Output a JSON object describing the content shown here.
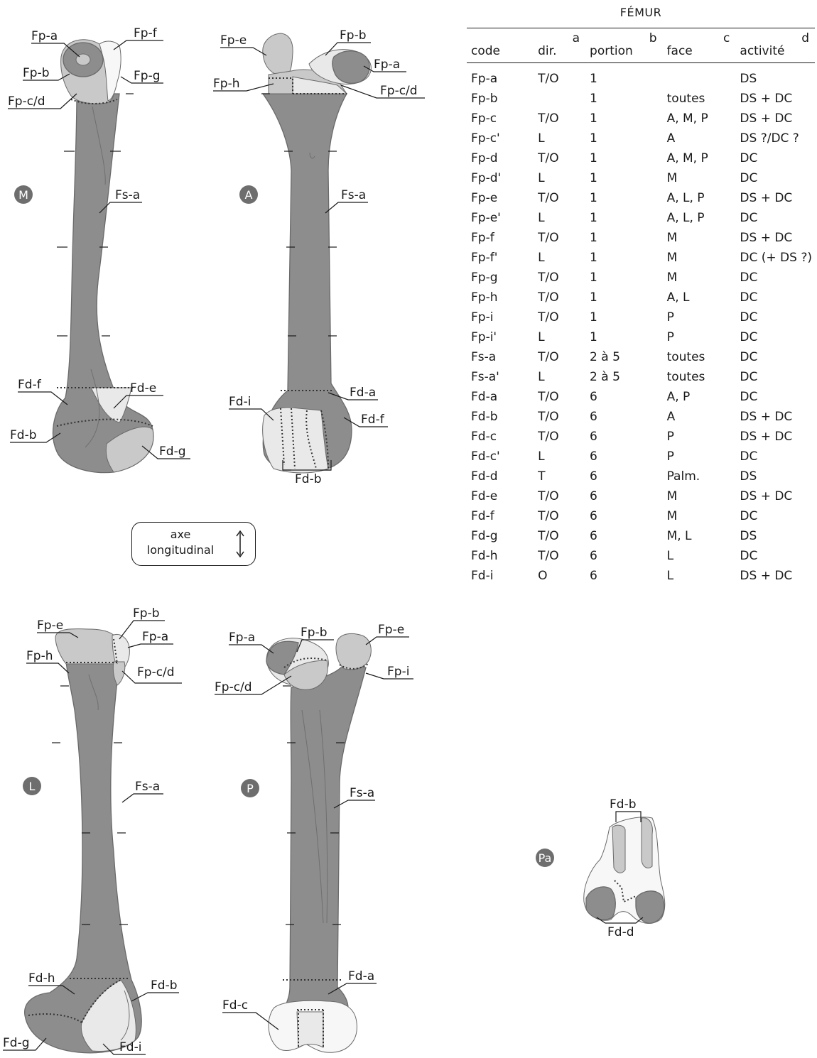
{
  "table": {
    "title": "FÉMUR",
    "headers": [
      {
        "label": "code",
        "sup": ""
      },
      {
        "label": "dir.",
        "sup": "a"
      },
      {
        "label": "portion",
        "sup": "b"
      },
      {
        "label": "face",
        "sup": "c"
      },
      {
        "label": "activité",
        "sup": "d"
      }
    ],
    "rows": [
      [
        "Fp-a",
        "T/O",
        "1",
        "",
        "DS"
      ],
      [
        "Fp-b",
        "",
        "1",
        "toutes",
        "DS + DC"
      ],
      [
        "Fp-c",
        "T/O",
        "1",
        "A, M, P",
        "DS + DC"
      ],
      [
        "Fp-c'",
        "L",
        "1",
        "A",
        "DS ?/DC ?"
      ],
      [
        "Fp-d",
        "T/O",
        "1",
        "A, M, P",
        "DC"
      ],
      [
        "Fp-d'",
        "L",
        "1",
        "M",
        "DC"
      ],
      [
        "Fp-e",
        "T/O",
        "1",
        "A, L, P",
        "DS + DC"
      ],
      [
        "Fp-e'",
        "L",
        "1",
        "A, L, P",
        "DC"
      ],
      [
        "Fp-f",
        "T/O",
        "1",
        "M",
        "DS + DC"
      ],
      [
        "Fp-f'",
        "L",
        "1",
        "M",
        "DC (+ DS ?)"
      ],
      [
        "Fp-g",
        "T/O",
        "1",
        "M",
        "DC"
      ],
      [
        "Fp-h",
        "T/O",
        "1",
        "A, L",
        "DC"
      ],
      [
        "Fp-i",
        "T/O",
        "1",
        "P",
        "DC"
      ],
      [
        "Fp-i'",
        "L",
        "1",
        "P",
        "DC"
      ],
      [
        "Fs-a",
        "T/O",
        "2 à 5",
        "toutes",
        "DC"
      ],
      [
        "Fs-a'",
        "L",
        "2 à 5",
        "toutes",
        "DC"
      ],
      [
        "Fd-a",
        "T/O",
        "6",
        "A, P",
        "DC"
      ],
      [
        "Fd-b",
        "T/O",
        "6",
        "A",
        "DS + DC"
      ],
      [
        "Fd-c",
        "T/O",
        "6",
        "P",
        "DS + DC"
      ],
      [
        "Fd-c'",
        "L",
        "6",
        "P",
        "DC"
      ],
      [
        "Fd-d",
        "T",
        "6",
        "Palm.",
        "DS"
      ],
      [
        "Fd-e",
        "T/O",
        "6",
        "M",
        "DS + DC"
      ],
      [
        "Fd-f",
        "T/O",
        "6",
        "M",
        "DC"
      ],
      [
        "Fd-g",
        "T/O",
        "6",
        "M, L",
        "DS"
      ],
      [
        "Fd-h",
        "T/O",
        "6",
        "L",
        "DC"
      ],
      [
        "Fd-i",
        "O",
        "6",
        "L",
        "DS + DC"
      ]
    ]
  },
  "axis_legend": {
    "line1": "axe",
    "line2": "longitudinal"
  },
  "views": {
    "medial": {
      "badge": "M",
      "labels": [
        "Fp-a",
        "Fp-f",
        "Fp-b",
        "Fp-g",
        "Fp-c/d",
        "Fs-a",
        "Fd-f",
        "Fd-e",
        "Fd-b",
        "Fd-g"
      ]
    },
    "anterior": {
      "badge": "A",
      "labels": [
        "Fp-e",
        "Fp-b",
        "Fp-a",
        "Fp-h",
        "Fp-c/d",
        "Fs-a",
        "Fd-a",
        "Fd-i",
        "Fd-f",
        "Fd-b"
      ]
    },
    "lateral": {
      "badge": "L",
      "labels": [
        "Fp-e",
        "Fp-b",
        "Fp-a",
        "Fp-h",
        "Fp-c/d",
        "Fs-a",
        "Fd-h",
        "Fd-b",
        "Fd-g",
        "Fd-i"
      ]
    },
    "posterior": {
      "badge": "P",
      "labels": [
        "Fp-a",
        "Fp-b",
        "Fp-e",
        "Fp-i",
        "Fp-c/d",
        "Fs-a",
        "Fd-a",
        "Fd-c"
      ]
    },
    "palmar": {
      "badge": "Pa",
      "labels": [
        "Fd-b",
        "Fd-d"
      ]
    }
  },
  "colors": {
    "bone": "#8d8d8d",
    "light": "#c9c9c9",
    "pale": "#e9e9e9",
    "badge": "#6e6e6e"
  }
}
